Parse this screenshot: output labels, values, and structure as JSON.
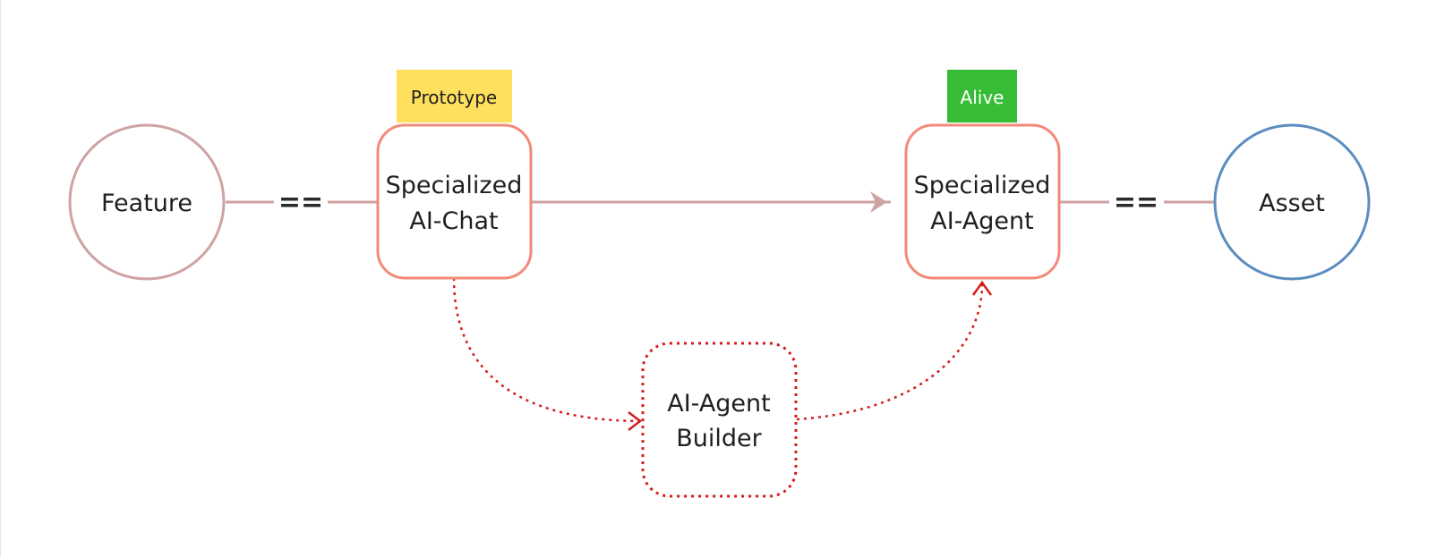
{
  "colors": {
    "concept_circle_stroke": "#cfa2a3",
    "asset_circle_stroke": "#5b8dbf",
    "box_stroke": "#f28a77",
    "solid_edge": "#cfa2a3",
    "dotted_edge": "#d41c1c",
    "prototype_tag_fill": "#ffdf5e",
    "prototype_tag_text": "#1f1f1f",
    "alive_tag_fill": "#36bc36",
    "alive_tag_text": "#ffffff"
  },
  "nodes": {
    "feature": {
      "label": "Feature"
    },
    "chat": {
      "line1": "Specialized",
      "line2": "AI-Chat"
    },
    "agent": {
      "line1": "Specialized",
      "line2": "AI-Agent"
    },
    "asset": {
      "label": "Asset"
    },
    "builder": {
      "line1": "AI-Agent",
      "line2": "Builder"
    }
  },
  "tags": {
    "prototype": "Prototype",
    "alive": "Alive"
  },
  "edges": {
    "feature_chat_label": "==",
    "agent_asset_label": "=="
  }
}
